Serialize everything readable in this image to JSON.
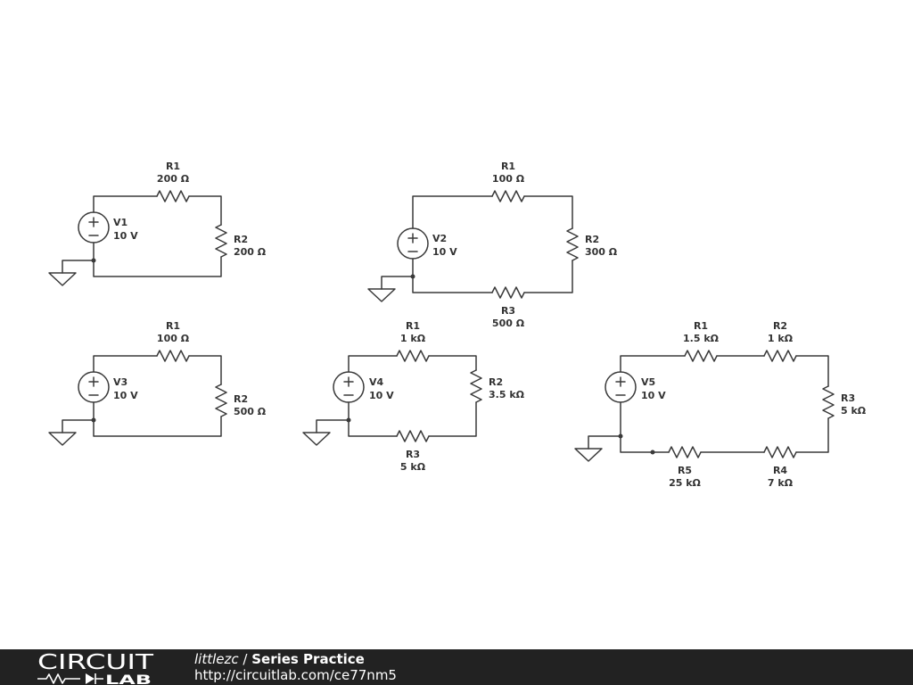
{
  "diagram": {
    "circuits": [
      {
        "source": {
          "name": "V1",
          "value": "10 V"
        },
        "resistors": [
          {
            "name": "R1",
            "value": "200 Ω"
          },
          {
            "name": "R2",
            "value": "200 Ω"
          }
        ]
      },
      {
        "source": {
          "name": "V2",
          "value": "10 V"
        },
        "resistors": [
          {
            "name": "R1",
            "value": "100 Ω"
          },
          {
            "name": "R2",
            "value": "300 Ω"
          },
          {
            "name": "R3",
            "value": "500 Ω"
          }
        ]
      },
      {
        "source": {
          "name": "V3",
          "value": "10 V"
        },
        "resistors": [
          {
            "name": "R1",
            "value": "100 Ω"
          },
          {
            "name": "R2",
            "value": "500 Ω"
          }
        ]
      },
      {
        "source": {
          "name": "V4",
          "value": "10 V"
        },
        "resistors": [
          {
            "name": "R1",
            "value": "1 kΩ"
          },
          {
            "name": "R2",
            "value": "3.5 kΩ"
          },
          {
            "name": "R3",
            "value": "5 kΩ"
          }
        ]
      },
      {
        "source": {
          "name": "V5",
          "value": "10 V"
        },
        "resistors": [
          {
            "name": "R1",
            "value": "1.5 kΩ"
          },
          {
            "name": "R2",
            "value": "1 kΩ"
          },
          {
            "name": "R3",
            "value": "5 kΩ"
          },
          {
            "name": "R4",
            "value": "7 kΩ"
          },
          {
            "name": "R5",
            "value": "25 kΩ"
          }
        ]
      }
    ]
  },
  "footer": {
    "logo_top": "CIRCUIT",
    "logo_bottom": "LAB",
    "author": "littlezc",
    "separator": " / ",
    "title": "Series Practice",
    "url": "http://circuitlab.com/ce77nm5"
  }
}
